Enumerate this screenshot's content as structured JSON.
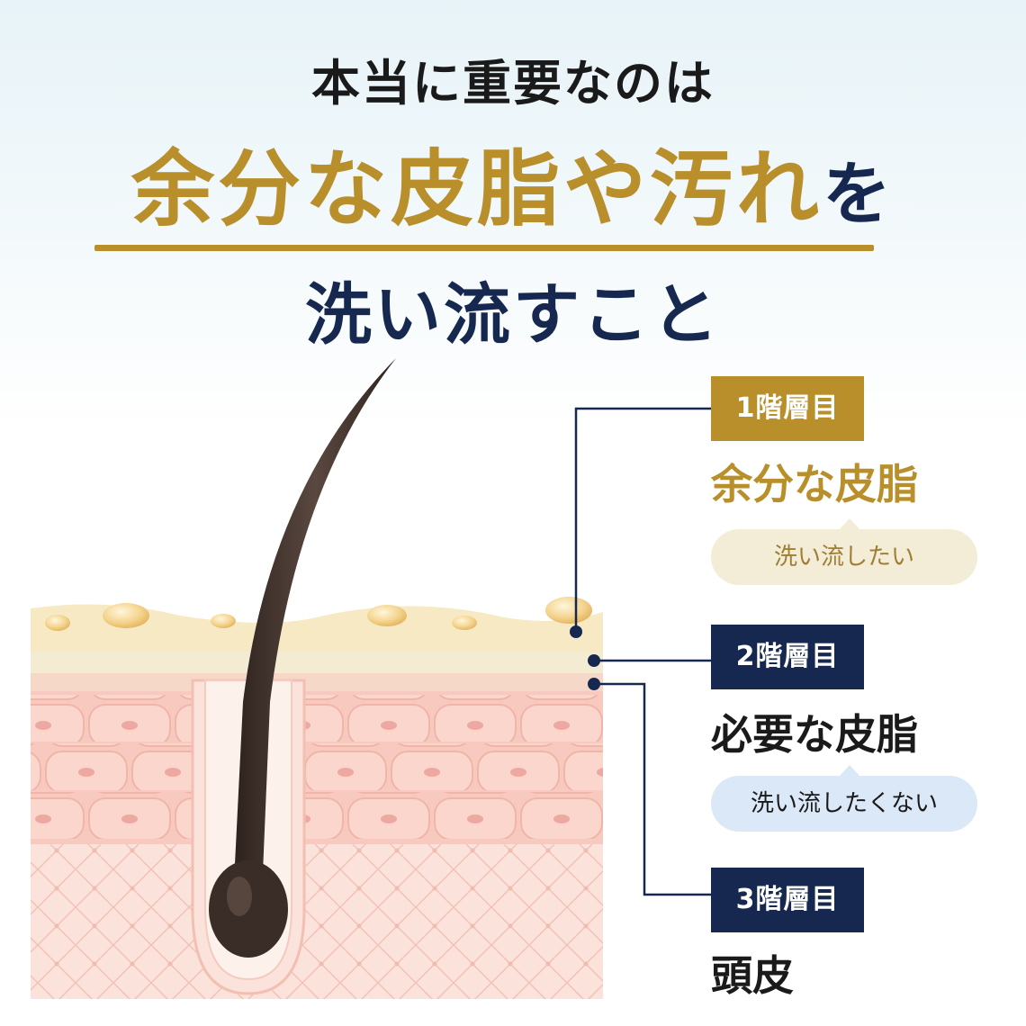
{
  "headline": {
    "line1": "本当に重要なのは",
    "line2_main": "余分な皮脂や汚れ",
    "line2_tail": "を",
    "line3": "洗い流すこと"
  },
  "layers": [
    {
      "badge": "1階層目",
      "title": "余分な皮脂",
      "bubble": "洗い流したい"
    },
    {
      "badge": "2階層目",
      "title": "必要な皮脂",
      "bubble": "洗い流したくない"
    },
    {
      "badge": "3階層目",
      "title": "頭皮"
    }
  ],
  "colors": {
    "gold": "#b88f2a",
    "navy": "#16284f",
    "skin": "#f7cfc4",
    "sebum": "#f2e3b8",
    "hair": "#4a3a33"
  },
  "icons": [
    "hair-strand-icon",
    "sebum-droplet-icon",
    "skin-cell-icon",
    "connector-dot-icon"
  ]
}
